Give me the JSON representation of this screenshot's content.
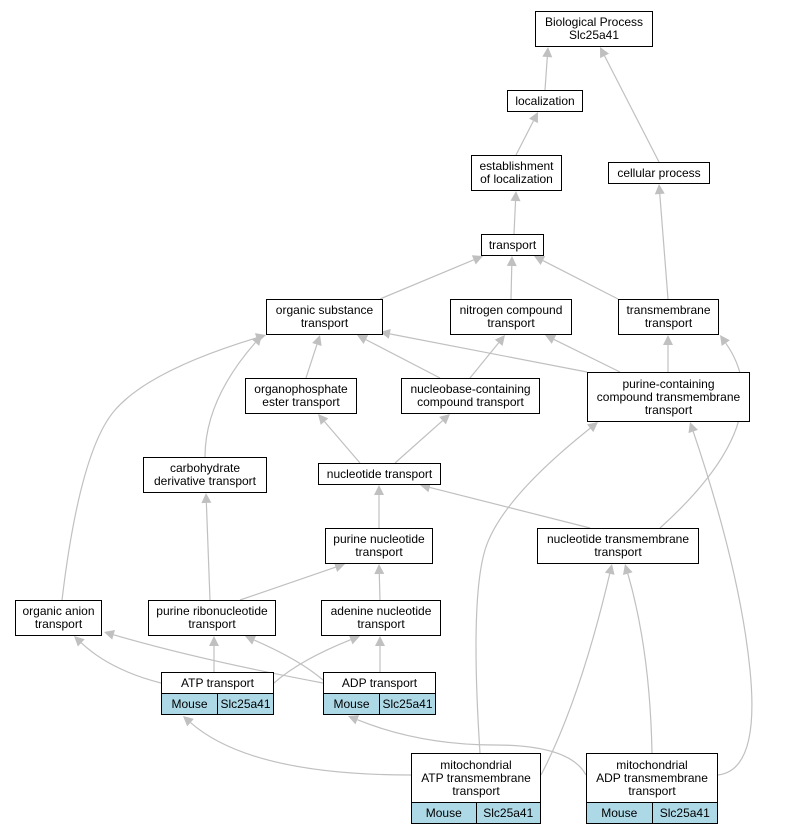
{
  "graph": {
    "nodes": [
      {
        "id": "bp",
        "label": "Biological Process\nSlc25a41"
      },
      {
        "id": "loc",
        "label": "localization"
      },
      {
        "id": "estloc",
        "label": "establishment\nof localization"
      },
      {
        "id": "cellproc",
        "label": "cellular process"
      },
      {
        "id": "transport",
        "label": "transport"
      },
      {
        "id": "orgsub",
        "label": "organic substance\ntransport"
      },
      {
        "id": "nitro",
        "label": "nitrogen compound\ntransport"
      },
      {
        "id": "transmem",
        "label": "transmembrane\ntransport"
      },
      {
        "id": "orgphos",
        "label": "organophosphate\nester transport"
      },
      {
        "id": "nucbase",
        "label": "nucleobase-containing\ncompound transport"
      },
      {
        "id": "purinecontaining",
        "label": "purine-containing\ncompound transmembrane\ntransport"
      },
      {
        "id": "carbo",
        "label": "carbohydrate\nderivative transport"
      },
      {
        "id": "nucleotide",
        "label": "nucleotide transport"
      },
      {
        "id": "purnuc",
        "label": "purine nucleotide\ntransport"
      },
      {
        "id": "nuctm",
        "label": "nucleotide transmembrane\ntransport"
      },
      {
        "id": "organion",
        "label": "organic anion\ntransport"
      },
      {
        "id": "purribo",
        "label": "purine ribonucleotide\ntransport"
      },
      {
        "id": "adenine",
        "label": "adenine nucleotide\ntransport"
      },
      {
        "id": "atp",
        "label": "ATP transport",
        "annotation": [
          "Mouse",
          "Slc25a41"
        ]
      },
      {
        "id": "adp",
        "label": "ADP transport",
        "annotation": [
          "Mouse",
          "Slc25a41"
        ]
      },
      {
        "id": "mitoatp",
        "label": "mitochondrial\nATP transmembrane\ntransport",
        "annotation": [
          "Mouse",
          "Slc25a41"
        ]
      },
      {
        "id": "mitoadp",
        "label": "mitochondrial\nADP transmembrane\ntransport",
        "annotation": [
          "Mouse",
          "Slc25a41"
        ]
      }
    ],
    "edges": [
      [
        "loc",
        "bp"
      ],
      [
        "cellproc",
        "bp"
      ],
      [
        "estloc",
        "loc"
      ],
      [
        "transport",
        "estloc"
      ],
      [
        "transmem",
        "cellproc"
      ],
      [
        "orgsub",
        "transport"
      ],
      [
        "nitro",
        "transport"
      ],
      [
        "transmem",
        "transport"
      ],
      [
        "orgphos",
        "orgsub"
      ],
      [
        "nucbase",
        "orgsub"
      ],
      [
        "purinecontaining",
        "orgsub"
      ],
      [
        "carbo",
        "orgsub"
      ],
      [
        "organion",
        "orgsub"
      ],
      [
        "nucbase",
        "nitro"
      ],
      [
        "purinecontaining",
        "nitro"
      ],
      [
        "purinecontaining",
        "transmem"
      ],
      [
        "nuctm",
        "transmem"
      ],
      [
        "nucleotide",
        "orgphos"
      ],
      [
        "nucleotide",
        "nucbase"
      ],
      [
        "mitoatp",
        "purinecontaining"
      ],
      [
        "mitoadp",
        "purinecontaining"
      ],
      [
        "purribo",
        "carbo"
      ],
      [
        "purnuc",
        "nucleotide"
      ],
      [
        "nuctm",
        "nucleotide"
      ],
      [
        "purribo",
        "purnuc"
      ],
      [
        "adenine",
        "purnuc"
      ],
      [
        "atp",
        "organion"
      ],
      [
        "adp",
        "organion"
      ],
      [
        "atp",
        "purribo"
      ],
      [
        "adp",
        "purribo"
      ],
      [
        "atp",
        "adenine"
      ],
      [
        "adp",
        "adenine"
      ],
      [
        "mitoatp",
        "atp"
      ],
      [
        "mitoadp",
        "adp"
      ],
      [
        "mitoatp",
        "nuctm"
      ],
      [
        "mitoadp",
        "nuctm"
      ]
    ]
  },
  "colors": {
    "edge": "#c0c0c0",
    "annotation_bg": "#add8e6",
    "node_border": "#000000"
  }
}
